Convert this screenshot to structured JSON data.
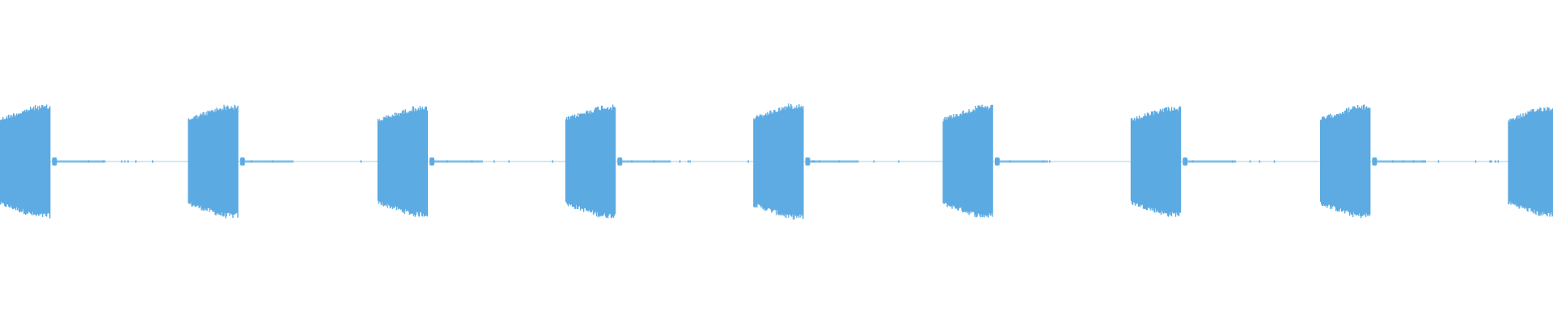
{
  "waveform": {
    "color": "#5dabe2",
    "background": "#ffffff",
    "burst_count": 9,
    "bursts": [
      {
        "start_fraction": 0.0,
        "end_fraction": 0.032,
        "amplitude": 0.82
      },
      {
        "start_fraction": 0.121,
        "end_fraction": 0.153,
        "amplitude": 0.82
      },
      {
        "start_fraction": 0.243,
        "end_fraction": 0.275,
        "amplitude": 0.8
      },
      {
        "start_fraction": 0.364,
        "end_fraction": 0.396,
        "amplitude": 0.82
      },
      {
        "start_fraction": 0.485,
        "end_fraction": 0.517,
        "amplitude": 0.84
      },
      {
        "start_fraction": 0.607,
        "end_fraction": 0.639,
        "amplitude": 0.82
      },
      {
        "start_fraction": 0.728,
        "end_fraction": 0.76,
        "amplitude": 0.8
      },
      {
        "start_fraction": 0.85,
        "end_fraction": 0.882,
        "amplitude": 0.82
      },
      {
        "start_fraction": 0.971,
        "end_fraction": 1.0,
        "amplitude": 0.8
      }
    ],
    "silence_amplitude": 0.01
  }
}
